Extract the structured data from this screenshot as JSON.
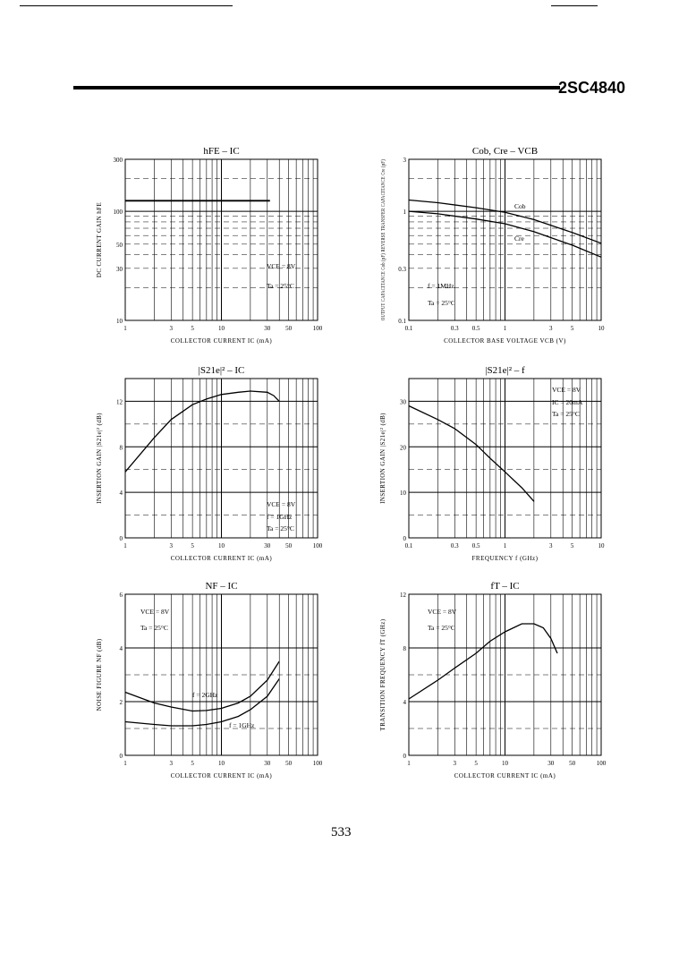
{
  "header": {
    "part_number": "2SC4840"
  },
  "footer": {
    "page_number": "533"
  },
  "chart_data": [
    {
      "id": "hfe",
      "type": "line",
      "title": "hFE – IC",
      "xlabel": "COLLECTOR CURRENT  IC  (mA)",
      "ylabel": "DC CURRENT GAIN  hFE",
      "xscale": "log",
      "yscale": "log",
      "xlim": [
        1,
        100
      ],
      "ylim": [
        10,
        300
      ],
      "xticks": [
        1,
        3,
        5,
        10,
        30,
        50,
        100
      ],
      "xticklabels": [
        "1",
        "3",
        "5",
        "10",
        "30",
        "50",
        "100"
      ],
      "yticks": [
        10,
        30,
        50,
        100,
        300
      ],
      "yticklabels": [
        "10",
        "30",
        "50",
        "100",
        "300"
      ],
      "notes": [
        "VCE = 8V",
        "Ta = 25°C"
      ],
      "series": [
        {
          "x": [
            1,
            32
          ],
          "y": [
            125,
            125
          ]
        }
      ]
    },
    {
      "id": "cob",
      "type": "line",
      "title": "Cob, Cre – VCB",
      "xlabel": "COLLECTOR BASE VOLTAGE  VCB  (V)",
      "ylabel": "OUTPUT CAPACITANCE  Cob (pF)  REVERSE TRANSFER CAPACITANCE  Cre (pF)",
      "xscale": "log",
      "yscale": "log",
      "xlim": [
        0.1,
        10
      ],
      "ylim": [
        0.1,
        3
      ],
      "xticks": [
        0.1,
        0.3,
        0.5,
        1,
        3,
        5,
        10
      ],
      "xticklabels": [
        "0.1",
        "0.3",
        "0.5",
        "1",
        "3",
        "5",
        "10"
      ],
      "yticks": [
        0.1,
        0.3,
        1,
        3
      ],
      "yticklabels": [
        "0.1",
        "0.3",
        "1",
        "3"
      ],
      "notes": [
        "f = 1MHz",
        "Ta = 25°C"
      ],
      "series": [
        {
          "name": "Cob",
          "x": [
            0.1,
            0.2,
            0.5,
            1,
            2,
            5,
            10
          ],
          "y": [
            1.27,
            1.2,
            1.08,
            0.98,
            0.84,
            0.64,
            0.51
          ]
        },
        {
          "name": "Cre",
          "x": [
            0.1,
            0.2,
            0.5,
            1,
            2,
            5,
            10
          ],
          "y": [
            1.0,
            0.95,
            0.85,
            0.77,
            0.65,
            0.49,
            0.38
          ]
        }
      ]
    },
    {
      "id": "s21_ic",
      "type": "line",
      "title": "|S21e|² – IC",
      "xlabel": "COLLECTOR CURRENT  IC  (mA)",
      "ylabel": "INSERTION GAIN  |S21e|²  (dB)",
      "xscale": "log",
      "yscale": "linear",
      "xlim": [
        1,
        100
      ],
      "ylim": [
        0,
        14
      ],
      "xticks": [
        1,
        3,
        5,
        10,
        30,
        50,
        100
      ],
      "xticklabels": [
        "1",
        "3",
        "5",
        "10",
        "30",
        "50",
        "100"
      ],
      "yticks": [
        0,
        4,
        8,
        12
      ],
      "yticklabels": [
        "0",
        "4",
        "8",
        "12"
      ],
      "notes": [
        "VCE = 8V",
        "f = 1GHz",
        "Ta = 25°C"
      ],
      "series": [
        {
          "x": [
            1,
            2,
            3,
            5,
            7,
            10,
            15,
            20,
            30,
            35,
            40
          ],
          "y": [
            5.8,
            8.8,
            10.4,
            11.7,
            12.2,
            12.6,
            12.8,
            12.9,
            12.8,
            12.5,
            12.0
          ]
        }
      ]
    },
    {
      "id": "s21_f",
      "type": "line",
      "title": "|S21e|² – f",
      "xlabel": "FREQUENCY  f  (GHz)",
      "ylabel": "INSERTION GAIN  |S21e|²  (dB)",
      "xscale": "log",
      "yscale": "linear",
      "xlim": [
        0.1,
        10
      ],
      "ylim": [
        0,
        35
      ],
      "xticks": [
        0.1,
        0.3,
        0.5,
        1,
        3,
        5,
        10
      ],
      "xticklabels": [
        "0.1",
        "0.3",
        "0.5",
        "1",
        "3",
        "5",
        "10"
      ],
      "yticks": [
        0,
        10,
        20,
        30
      ],
      "yticklabels": [
        "0",
        "10",
        "20",
        "30"
      ],
      "notes": [
        "VCE = 8V",
        "IC = 20mA",
        "Ta = 25°C"
      ],
      "series": [
        {
          "x": [
            0.1,
            0.2,
            0.3,
            0.5,
            0.7,
            1,
            1.5,
            2
          ],
          "y": [
            29,
            26,
            24,
            20.5,
            17.5,
            14.5,
            11,
            8
          ]
        }
      ]
    },
    {
      "id": "nf",
      "type": "line",
      "title": "NF – IC",
      "xlabel": "COLLECTOR CURRENT  IC  (mA)",
      "ylabel": "NOISE FIGURE  NF  (dB)",
      "xscale": "log",
      "yscale": "linear",
      "xlim": [
        1,
        100
      ],
      "ylim": [
        0,
        6
      ],
      "xticks": [
        1,
        3,
        5,
        10,
        30,
        50,
        100
      ],
      "xticklabels": [
        "1",
        "3",
        "5",
        "10",
        "30",
        "50",
        "100"
      ],
      "yticks": [
        0,
        2,
        4,
        6
      ],
      "yticklabels": [
        "0",
        "2",
        "4",
        "6"
      ],
      "notes": [
        "VCE = 8V",
        "Ta = 25°C"
      ],
      "series": [
        {
          "name": "f = 2GHz",
          "x": [
            1,
            2,
            3,
            5,
            7,
            10,
            15,
            20,
            30,
            40
          ],
          "y": [
            2.35,
            1.95,
            1.8,
            1.65,
            1.67,
            1.75,
            1.95,
            2.2,
            2.8,
            3.5
          ]
        },
        {
          "name": "f = 1GHz",
          "x": [
            1,
            2,
            3,
            5,
            7,
            10,
            15,
            20,
            30,
            40
          ],
          "y": [
            1.25,
            1.15,
            1.1,
            1.1,
            1.15,
            1.25,
            1.45,
            1.7,
            2.2,
            2.85
          ]
        }
      ]
    },
    {
      "id": "ft",
      "type": "line",
      "title": "fT – IC",
      "xlabel": "COLLECTOR CURRENT  IC  (mA)",
      "ylabel": "TRANSITION FREQUENCY  fT  (GHz)",
      "xscale": "log",
      "yscale": "linear",
      "xlim": [
        1,
        100
      ],
      "ylim": [
        0,
        12
      ],
      "xticks": [
        1,
        3,
        5,
        10,
        30,
        50,
        100
      ],
      "xticklabels": [
        "1",
        "3",
        "5",
        "10",
        "30",
        "50",
        "100"
      ],
      "yticks": [
        0,
        4,
        8,
        12
      ],
      "yticklabels": [
        "0",
        "4",
        "8",
        "12"
      ],
      "notes": [
        "VCE = 8V",
        "Ta = 25°C"
      ],
      "series": [
        {
          "x": [
            1,
            2,
            3,
            5,
            7,
            10,
            15,
            20,
            25,
            30,
            35
          ],
          "y": [
            4.2,
            5.6,
            6.5,
            7.6,
            8.5,
            9.2,
            9.8,
            9.8,
            9.5,
            8.7,
            7.6
          ]
        }
      ]
    }
  ]
}
